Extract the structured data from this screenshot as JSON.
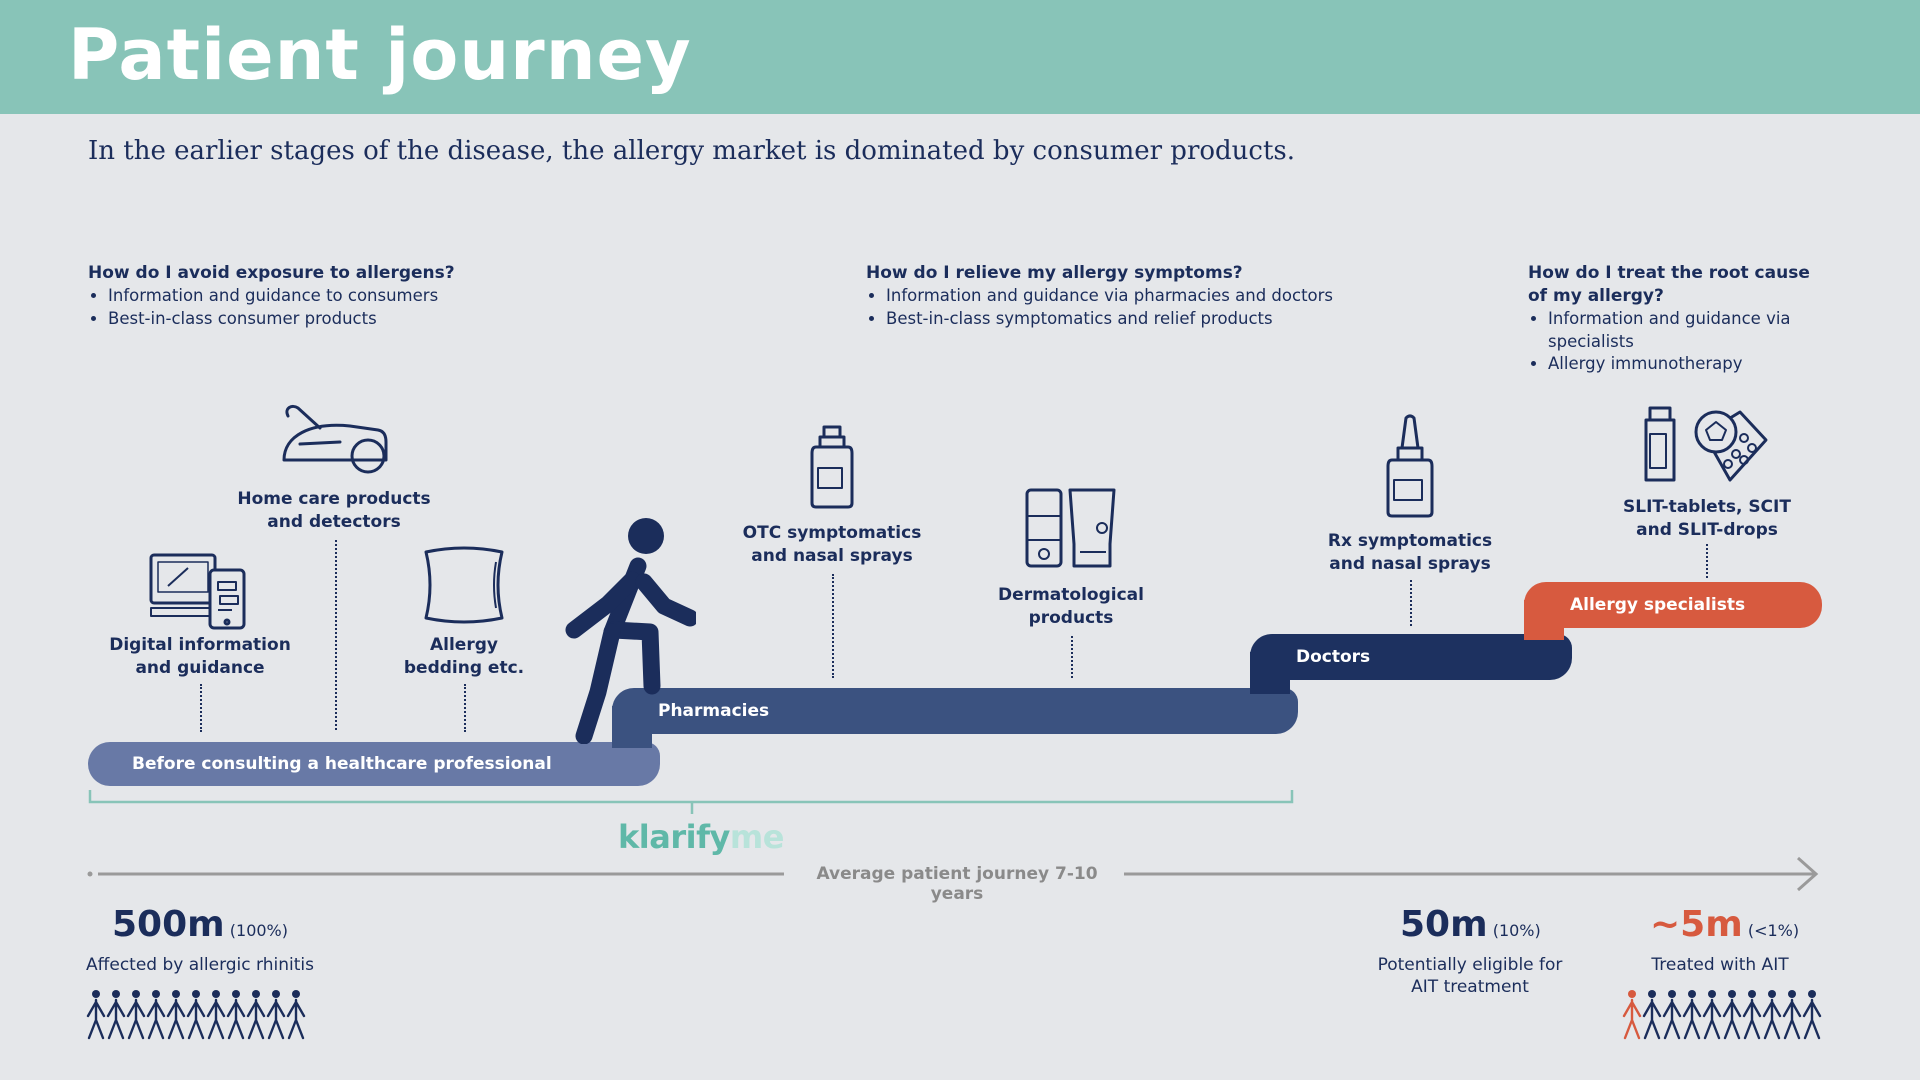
{
  "header": {
    "title": "Patient journey"
  },
  "subtitle": "In the earlier stages of the disease, the allergy market is dominated by consumer products.",
  "questions": [
    {
      "title": "How do I avoid exposure to allergens?",
      "items": [
        "Information and guidance to consumers",
        "Best-in-class consumer products"
      ]
    },
    {
      "title": "How do I relieve my allergy symptoms?",
      "items": [
        "Information and guidance via pharmacies and doctors",
        "Best-in-class symptomatics and relief products"
      ]
    },
    {
      "title": "How do I treat the root cause of my allergy?",
      "items": [
        "Information and guidance via specialists",
        "Allergy immunotherapy"
      ]
    }
  ],
  "products": {
    "home_care": "Home care products and detectors",
    "digital_info": "Digital information and guidance",
    "bedding": "Allergy bedding etc.",
    "otc": "OTC symptomatics and nasal sprays",
    "derm": "Dermatological products",
    "rx": "Rx symptomatics and nasal sprays",
    "slit": "SLIT-tablets, SCIT and SLIT-drops"
  },
  "steps": {
    "before": "Before consulting a healthcare professional",
    "pharmacies": "Pharmacies",
    "doctors": "Doctors",
    "specialists": "Allergy specialists"
  },
  "brand": {
    "part1": "klarify",
    "part2": "me"
  },
  "timeline": {
    "label": "Average patient journey 7-10 years"
  },
  "stats": [
    {
      "value": "500m",
      "pct": "(100%)",
      "label": "Affected by allergic rhinitis"
    },
    {
      "value": "50m",
      "pct": "(10%)",
      "label": "Potentially eligible for AIT treatment"
    },
    {
      "value": "~5m",
      "pct": "(<1%)",
      "label": "Treated with AIT"
    }
  ],
  "colors": {
    "header": "#88c4b8",
    "navy": "#1b2d5b",
    "before_bar": "#6879a6",
    "pharmacies_bar": "#3b5280",
    "doctors_bar": "#1d3160",
    "specialists_bar": "#d75a3f",
    "teal": "#5fb8a8"
  }
}
